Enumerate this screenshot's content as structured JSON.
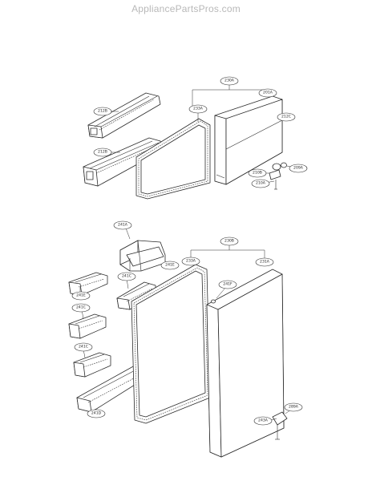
{
  "watermark": "AppliancePartsPros.com",
  "callouts": {
    "c230A_top": "230A",
    "c201A": "201A",
    "c212C": "212C",
    "c233A_top": "233A",
    "c212B": "212B",
    "c210B": "210B",
    "c210A": "210A",
    "c209A": "209A",
    "c241A": "241A",
    "c241E_top": "241E",
    "c230B": "230B",
    "c233A_bot": "233A",
    "c231A": "231A",
    "c241E": "241E",
    "c241C_1": "241C",
    "c241C_2": "241C",
    "c241C_3": "241C",
    "c241D": "241D",
    "c241F": "241F",
    "c243A": "243A",
    "c289A": "289A"
  }
}
